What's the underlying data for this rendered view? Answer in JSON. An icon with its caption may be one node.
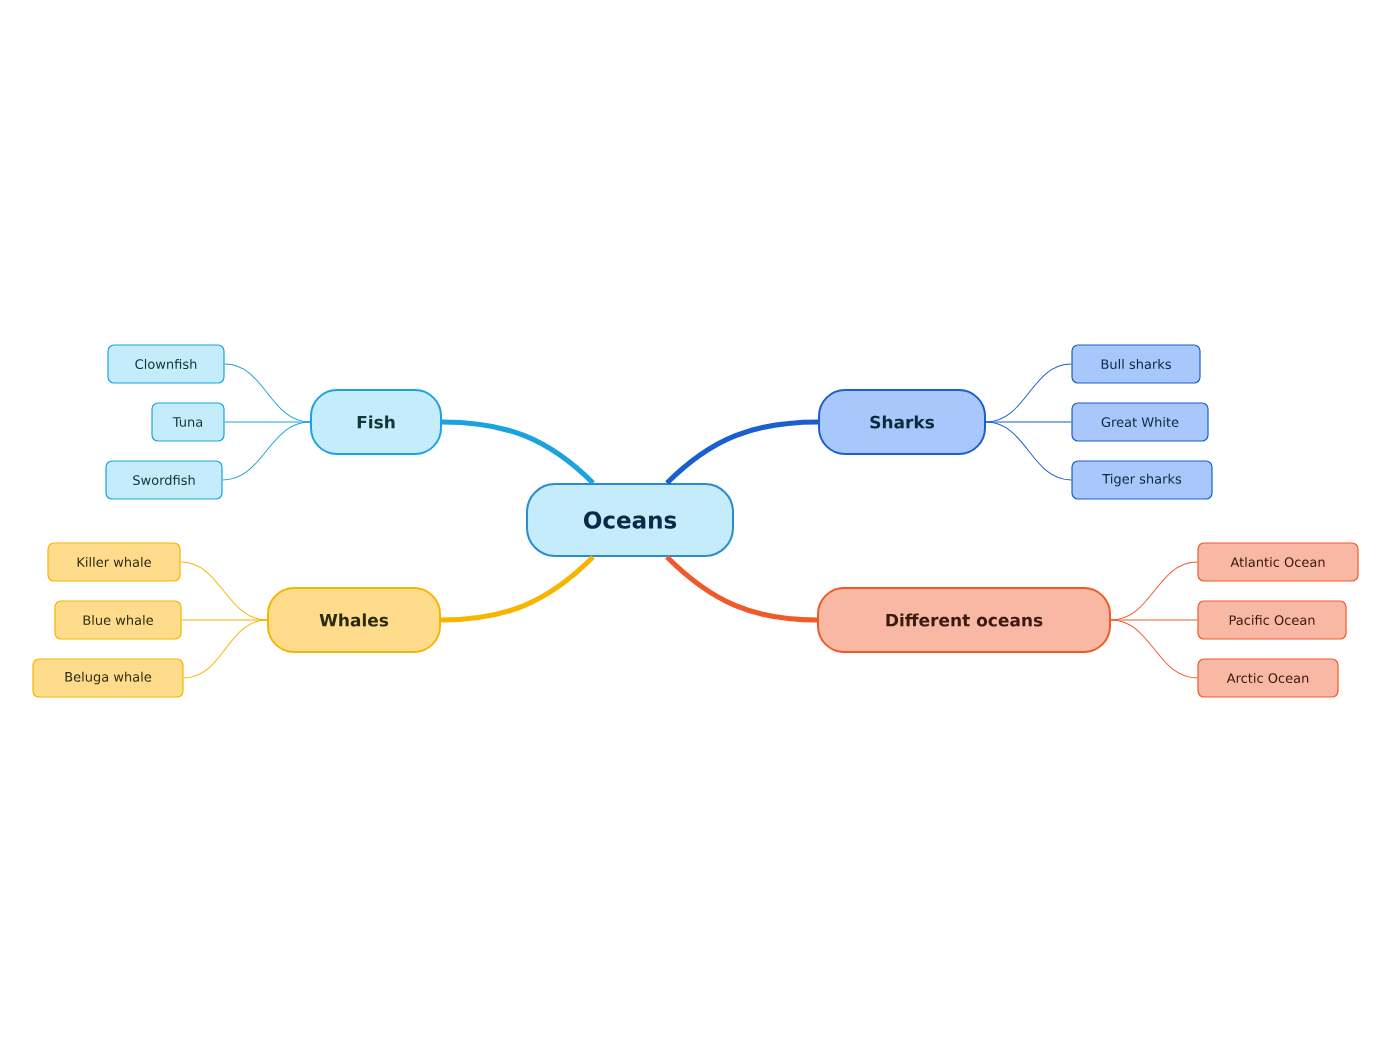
{
  "diagram": {
    "nodes": [
      {
        "text": [
          "Oceans"
        ]
      },
      {
        "text": [
          "Fish"
        ]
      },
      {
        "text": [
          "Clownfish"
        ]
      },
      {
        "text": [
          "Tuna"
        ]
      },
      {
        "text": [
          "Swordfish"
        ]
      },
      {
        "text": [
          "Sharks"
        ]
      },
      {
        "text": [
          "Bull sharks"
        ]
      },
      {
        "text": [
          "Great White"
        ]
      },
      {
        "text": [
          "Tiger sharks"
        ]
      },
      {
        "text": [
          "Whales"
        ]
      },
      {
        "text": [
          "Killer whale"
        ]
      },
      {
        "text": [
          "Blue whale"
        ]
      },
      {
        "text": [
          "Beluga whale"
        ]
      },
      {
        "text": [
          "Different oceans"
        ]
      },
      {
        "text": [
          "Atlantic Ocean"
        ]
      },
      {
        "text": [
          "Pacific Ocean"
        ]
      },
      {
        "text": [
          "Arctic Ocean"
        ]
      }
    ],
    "edges": [
      {
        "from": 0,
        "to": 1,
        "arrow": "none",
        "style": "thick",
        "color": "#1aa3e0"
      },
      {
        "from": 1,
        "to": 2,
        "arrow": "none",
        "color": "#1aa3e0"
      },
      {
        "from": 1,
        "to": 3,
        "arrow": "none",
        "color": "#1aa3e0"
      },
      {
        "from": 1,
        "to": 4,
        "arrow": "none",
        "color": "#1aa3e0"
      },
      {
        "from": 0,
        "to": 5,
        "arrow": "none",
        "style": "thick",
        "color": "#1a5fd0"
      },
      {
        "from": 5,
        "to": 6,
        "arrow": "none",
        "color": "#1a5fd0"
      },
      {
        "from": 5,
        "to": 7,
        "arrow": "none",
        "color": "#1a5fd0"
      },
      {
        "from": 5,
        "to": 8,
        "arrow": "none",
        "color": "#1a5fd0"
      },
      {
        "from": 0,
        "to": 9,
        "arrow": "none",
        "style": "thick",
        "color": "#f7b500"
      },
      {
        "from": 9,
        "to": 10,
        "arrow": "none",
        "color": "#f7b500"
      },
      {
        "from": 9,
        "to": 11,
        "arrow": "none",
        "color": "#f7b500"
      },
      {
        "from": 9,
        "to": 12,
        "arrow": "none",
        "color": "#f7b500"
      },
      {
        "from": 0,
        "to": 13,
        "arrow": "none",
        "style": "thick",
        "color": "#f05a28"
      },
      {
        "from": 13,
        "to": 14,
        "arrow": "none",
        "color": "#f05a28"
      },
      {
        "from": 13,
        "to": 15,
        "arrow": "none",
        "color": "#f05a28"
      },
      {
        "from": 13,
        "to": 16,
        "arrow": "none",
        "color": "#f05a28"
      }
    ]
  }
}
